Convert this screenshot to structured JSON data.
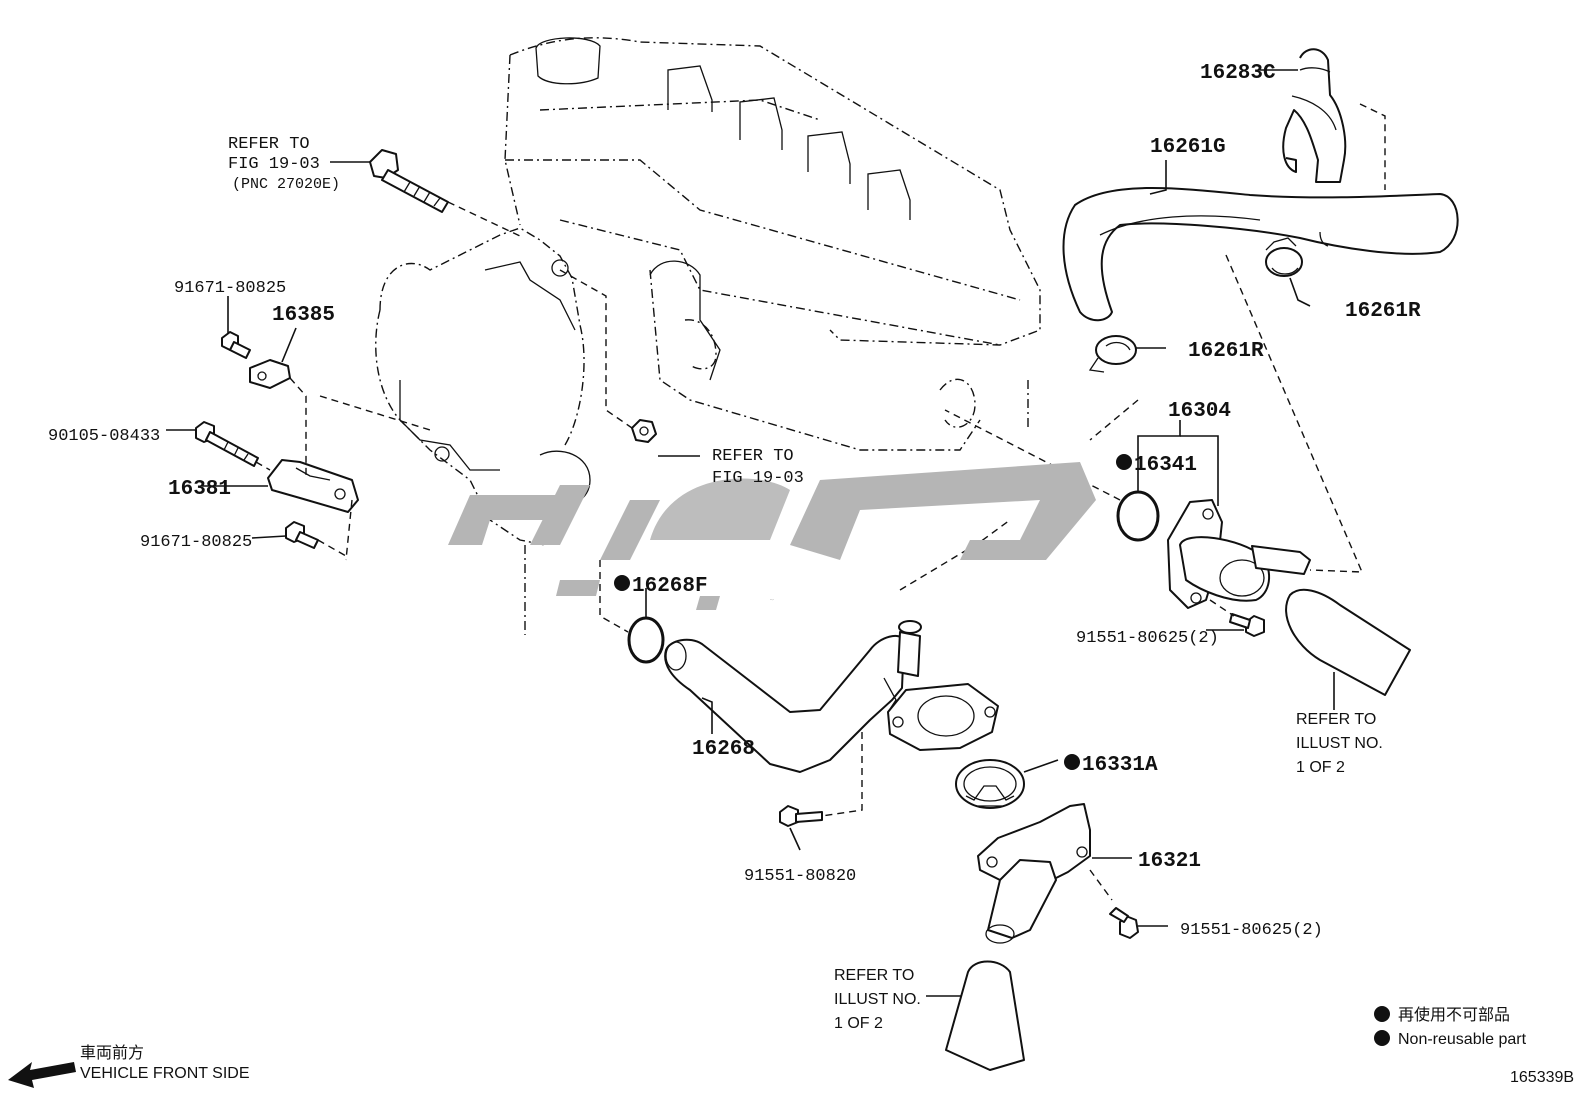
{
  "diagram": {
    "figure_id": "165339B",
    "watermark_text": "کوپایک",
    "engine_refs": {
      "bolt_ref": [
        "REFER TO",
        "FIG 19-03",
        "(PNC 27020E)"
      ],
      "nut_ref": [
        "REFER TO",
        "FIG 19-03"
      ]
    },
    "illust_refs": {
      "right": [
        "REFER TO",
        "ILLUST NO.",
        "1 OF 2"
      ],
      "bottom": [
        "REFER TO",
        "ILLUST NO.",
        "1 OF 2"
      ]
    },
    "parts": {
      "p16283C": "16283C",
      "p16261G": "16261G",
      "p16261R_a": "16261R",
      "p16261R_b": "16261R",
      "p16304": "16304",
      "p16341": "16341",
      "p91671_a": "91671-80825",
      "p16385": "16385",
      "p90105": "90105-08433",
      "p16381": "16381",
      "p91671_b": "91671-80825",
      "p16268F": "16268F",
      "p16268": "16268",
      "p16331A": "16331A",
      "p91551_a": "91551-80625(2)",
      "p91551_b": "91551-80820",
      "p16321": "16321",
      "p91551_c": "91551-80625(2)"
    },
    "legend": {
      "jp": "再使用不可部品",
      "en": "Non-reusable part"
    },
    "front": {
      "jp": "車両前方",
      "en": "VEHICLE FRONT SIDE"
    }
  }
}
